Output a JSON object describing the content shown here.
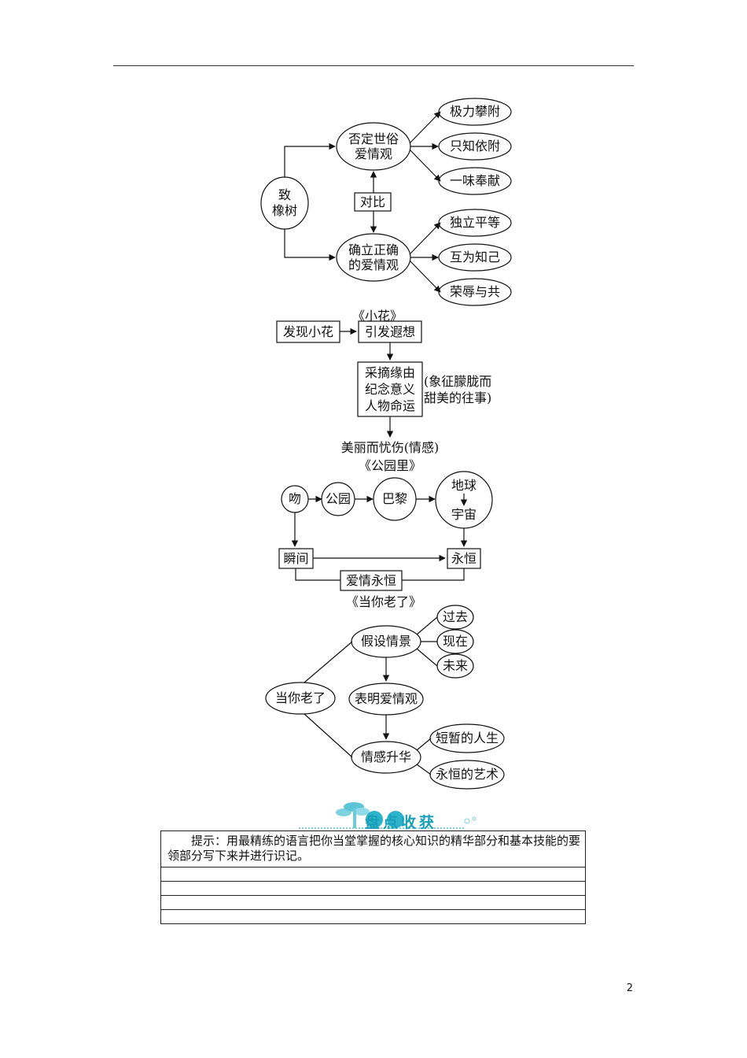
{
  "zhixiangshu": {
    "center": "致\n橡树",
    "negate": "否定世俗\n爱情观",
    "negate_items": [
      "极力攀附",
      "只知依附",
      "一味奉献"
    ],
    "contrast": "对比",
    "affirm": "确立正确\n的爱情观",
    "affirm_items": [
      "独立平等",
      "互为知己",
      "荣辱与共"
    ]
  },
  "xiaohua": {
    "title": "《小花》",
    "box1": "发现小花",
    "box2": "引发遐想",
    "box3": "采摘缘由\n纪念意义\n人物命运",
    "side": "(象征朦胧而\n甜美的往事)",
    "result": "美丽而忧伤(情感)"
  },
  "gongyuanli": {
    "title": "《公园里》",
    "c1": "吻",
    "c2": "公园",
    "c3": "巴黎",
    "c4_top": "地球",
    "c4_bottom": "宇宙",
    "box_left": "瞬间",
    "box_right": "永恒",
    "box_bottom": "爱情永恒"
  },
  "dangnilaole": {
    "title": "《当你老了》",
    "root": "当你老了",
    "a": "假设情景",
    "a_items": [
      "过去",
      "现在",
      "未来"
    ],
    "b": "表明爱情观",
    "c": "情感升华",
    "c_items": [
      "短暂的人生",
      "永恒的艺术"
    ]
  },
  "summary": {
    "banner": "盘点收获",
    "hint": "提示：用最精练的语言把你当堂掌握的核心知识的精华部分和基本技能的要领部分写下来并进行识记。"
  },
  "page_number": "2"
}
